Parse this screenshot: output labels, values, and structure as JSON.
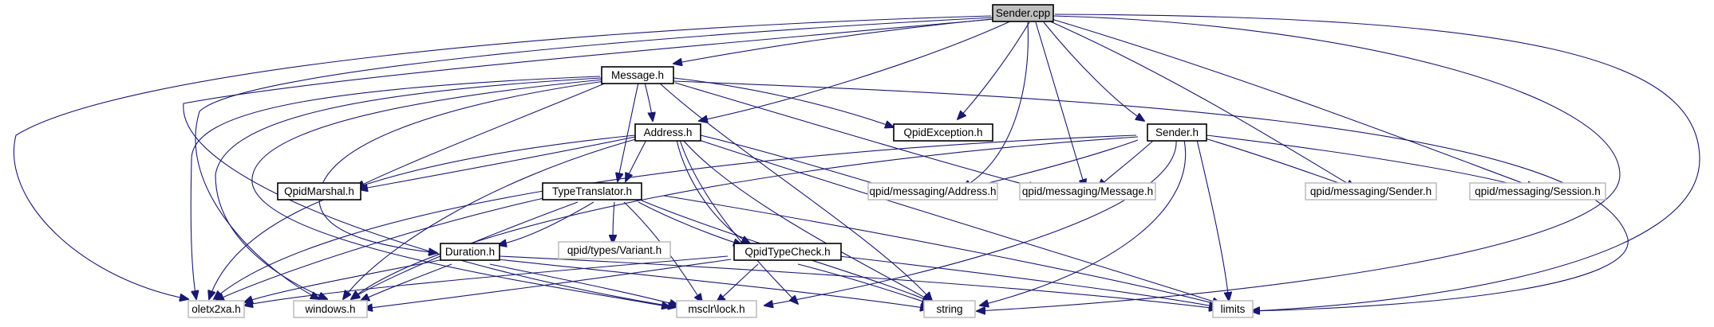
{
  "colors": {
    "edge": "#191970",
    "root_fill": "#bfbfbf",
    "root_border": "#000000",
    "node_border": "#000000",
    "external_border": "#bfbfbf",
    "text": "#000000"
  },
  "nodes": {
    "sender_cpp": "Sender.cpp",
    "message_h": "Message.h",
    "address_h": "Address.h",
    "qpid_exception_h": "QpidException.h",
    "sender_h": "Sender.h",
    "qpid_marshal_h": "QpidMarshal.h",
    "type_translator_h": "TypeTranslator.h",
    "qpid_messaging_address_h": "qpid/messaging/Address.h",
    "qpid_messaging_message_h": "qpid/messaging/Message.h",
    "qpid_messaging_sender_h": "qpid/messaging/Sender.h",
    "qpid_messaging_session_h": "qpid/messaging/Session.h",
    "qpid_types_variant_h": "qpid/types/Variant.h",
    "duration_h": "Duration.h",
    "qpid_type_check_h": "QpidTypeCheck.h",
    "oletx2xa_h": "oletx2xa.h",
    "windows_h": "windows.h",
    "msclr_lock_h": "msclr\\lock.h",
    "string": "string",
    "limits": "limits"
  }
}
